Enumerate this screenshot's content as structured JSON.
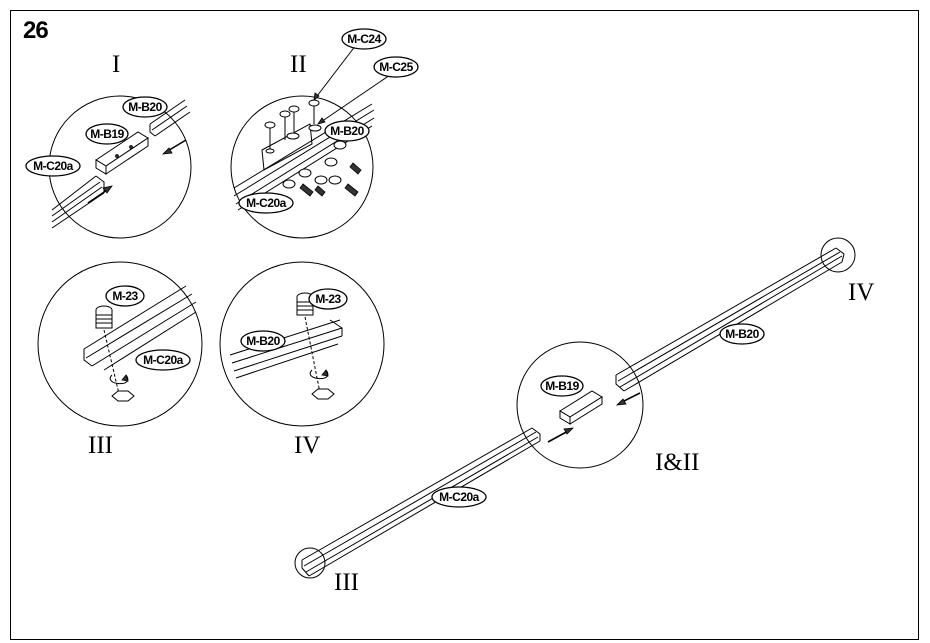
{
  "step": "26",
  "views": {
    "I": {
      "label": "I"
    },
    "II": {
      "label": "II"
    },
    "III": {
      "label": "III"
    },
    "IV": {
      "label": "IV"
    }
  },
  "main": {
    "label_I_II": "I&II",
    "label_III": "III",
    "label_IV": "IV"
  },
  "parts": {
    "b20": "M-B20",
    "b19": "M-B19",
    "c20a": "M-C20a",
    "c24": "M-C24",
    "c25": "M-C25",
    "m23": "M-23"
  }
}
